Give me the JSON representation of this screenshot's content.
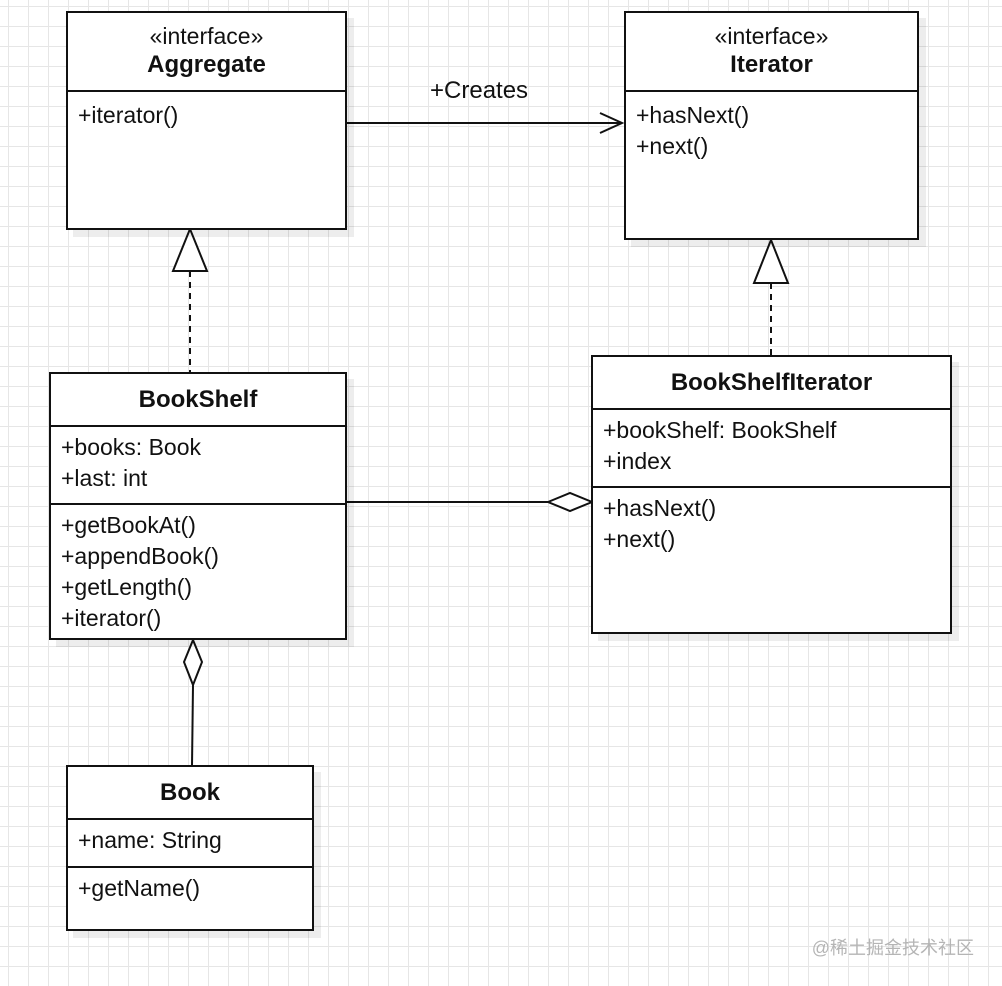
{
  "classes": {
    "aggregate": {
      "stereotype": "«interface»",
      "name": "Aggregate",
      "methods": [
        "+iterator()"
      ]
    },
    "iterator": {
      "stereotype": "«interface»",
      "name": "Iterator",
      "methods": [
        "+hasNext()",
        "+next()"
      ]
    },
    "bookshelf": {
      "name": "BookShelf",
      "attributes": [
        "+books: Book",
        "+last: int"
      ],
      "methods": [
        "+getBookAt()",
        "+appendBook()",
        "+getLength()",
        "+iterator()"
      ]
    },
    "bookshelf_iterator": {
      "name": "BookShelfIterator",
      "attributes": [
        "+bookShelf: BookShelf",
        "+index"
      ],
      "methods": [
        "+hasNext()",
        "+next()"
      ]
    },
    "book": {
      "name": "Book",
      "attributes": [
        "+name: String"
      ],
      "methods": [
        "+getName()"
      ]
    }
  },
  "relations": {
    "creates_label": "+Creates"
  },
  "watermark": "@稀土掘金技术社区"
}
